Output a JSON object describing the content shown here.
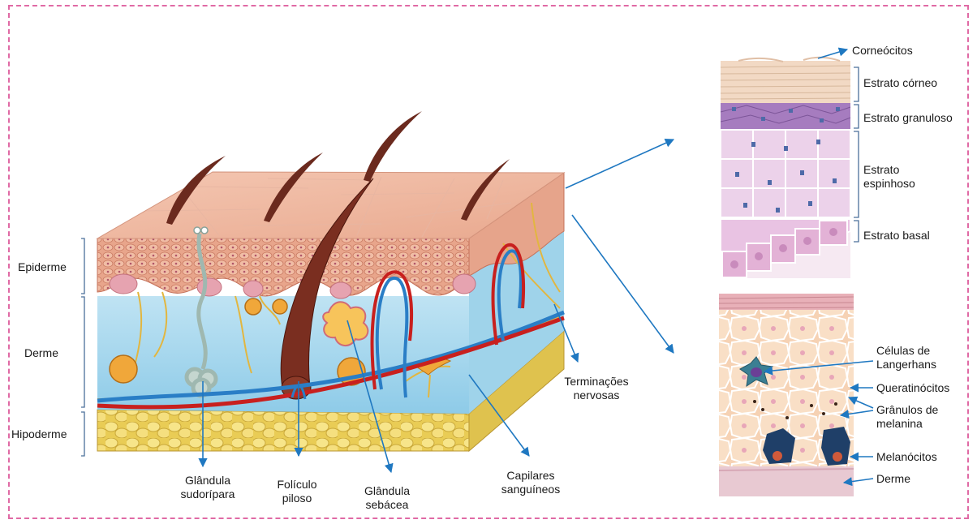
{
  "colors": {
    "frame": "#e06aa5",
    "arrow": "#1f78c1",
    "epidermis": "#efb7a0",
    "dermis": "#a9d9ee",
    "hypodermis": "#f2dc72",
    "artery": "#c8201e",
    "vein": "#2a7ec6",
    "hair": "#6b2a1e"
  },
  "layers": {
    "epiderme": "Epiderme",
    "derme": "Derme",
    "hipoderme": "Hipoderme"
  },
  "bottom_labels": {
    "glandula_sudoripara": [
      "Glândula",
      "sudorípara"
    ],
    "foliculo_piloso": [
      "Folículo",
      "piloso"
    ],
    "glandula_sebacea": [
      "Glândula",
      "sebácea"
    ],
    "capilares": [
      "Capilares",
      "sanguíneos"
    ],
    "terminacoes": [
      "Terminações",
      "nervosas"
    ]
  },
  "epidermis_detail": {
    "corneocitos": "Corneócitos",
    "corneo": "Estrato córneo",
    "granuloso": "Estrato granuloso",
    "espinhoso": [
      "Estrato",
      "espinhoso"
    ],
    "basal": "Estrato basal"
  },
  "cell_detail": {
    "langerhans": [
      "Células de",
      "Langerhans"
    ],
    "queratinocitos": "Queratinócitos",
    "granulos": [
      "Grânulos de",
      "melanina"
    ],
    "melanocitos": "Melanócitos",
    "derme": "Derme"
  }
}
